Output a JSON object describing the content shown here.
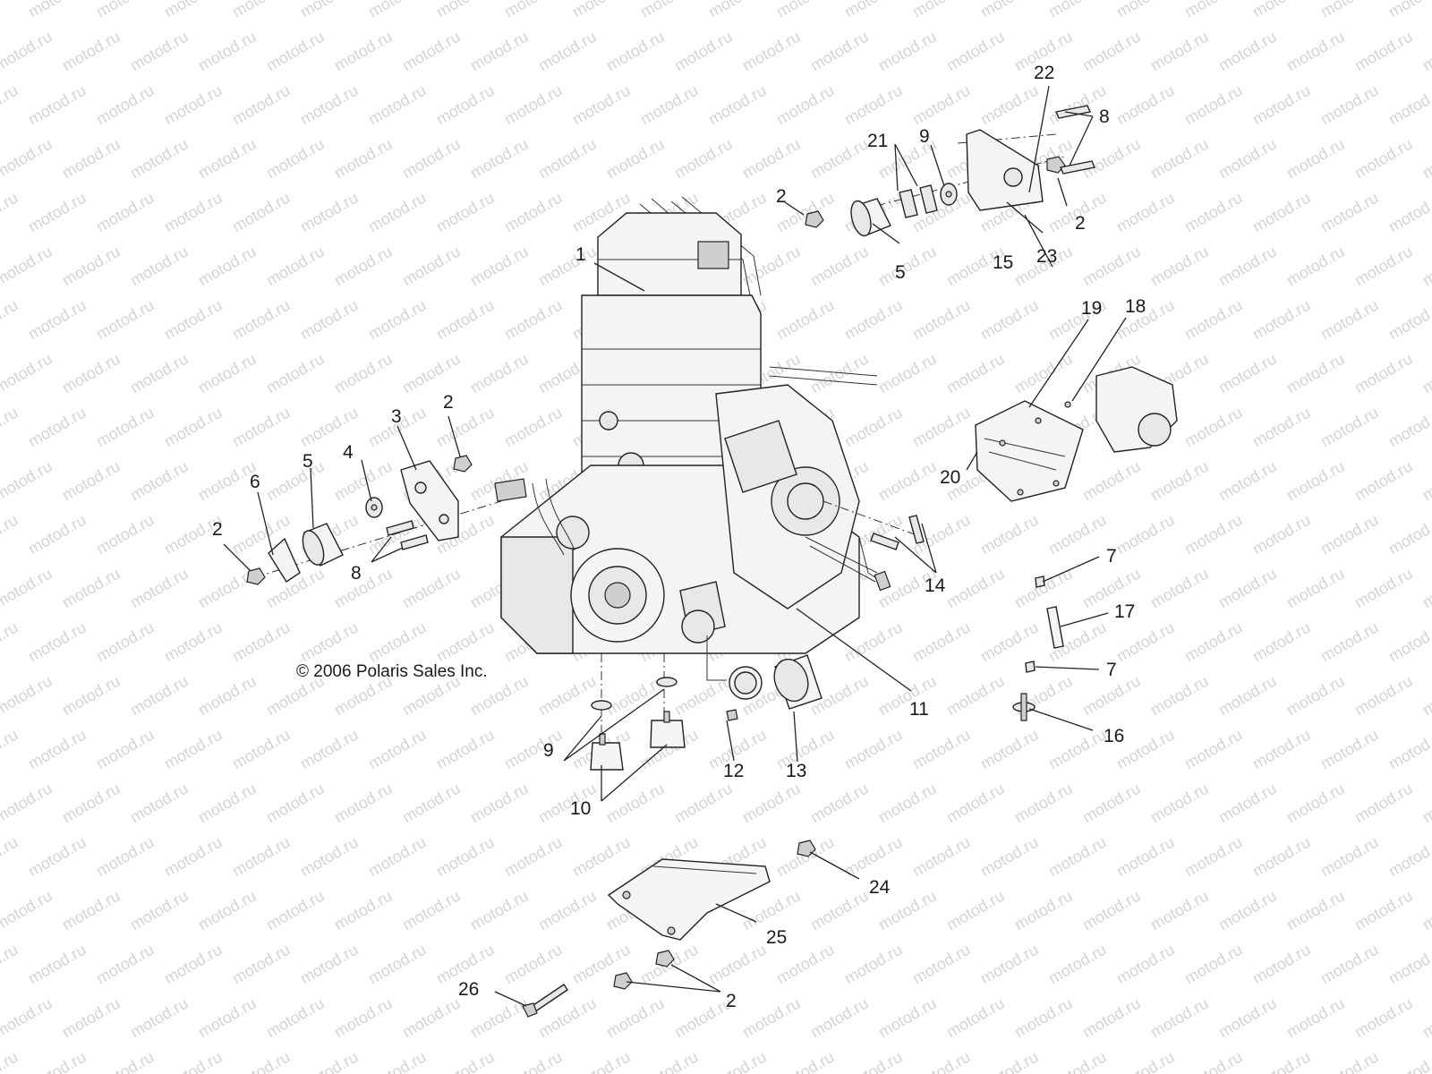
{
  "copyright": "© 2006 Polaris Sales Inc.",
  "watermark": "motod.ru",
  "callouts": {
    "c1": "1",
    "c2a": "2",
    "c2b": "2",
    "c2c": "2",
    "c2d": "2",
    "c2e": "2",
    "c3": "3",
    "c4": "4",
    "c5a": "5",
    "c5b": "5",
    "c6": "6",
    "c7a": "7",
    "c7b": "7",
    "c8a": "8",
    "c8b": "8",
    "c9a": "9",
    "c9b": "9",
    "c10": "10",
    "c11": "11",
    "c12": "12",
    "c13": "13",
    "c14": "14",
    "c15": "15",
    "c16": "16",
    "c17": "17",
    "c18": "18",
    "c19": "19",
    "c20": "20",
    "c21": "21",
    "c22": "22",
    "c23": "23",
    "c24": "24",
    "c25": "25",
    "c26": "26"
  }
}
